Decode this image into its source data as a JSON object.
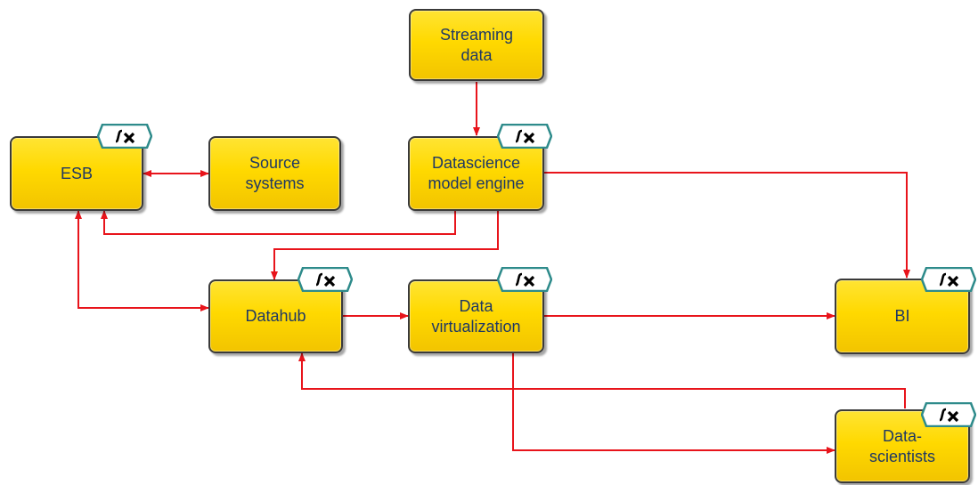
{
  "nodes": {
    "streaming": {
      "label": "Streaming\ndata",
      "function_badge": false
    },
    "esb": {
      "label": "ESB",
      "function_badge": true
    },
    "source": {
      "label": "Source\nsystems",
      "function_badge": false
    },
    "dsengine": {
      "label": "Datascience\nmodel engine",
      "function_badge": true
    },
    "datahub": {
      "label": "Datahub",
      "function_badge": true
    },
    "dataviz": {
      "label": "Data\nvirtualization",
      "function_badge": true
    },
    "bi": {
      "label": "BI",
      "function_badge": true
    },
    "scientists": {
      "label": "Data-\nscientists",
      "function_badge": true
    }
  },
  "badge_icon": "function-fx-icon",
  "colors": {
    "node_fill": "#ffd900",
    "node_border": "#3a3a3a",
    "node_text": "#1f3864",
    "edge": "#e8141b",
    "badge_border": "#2e8b8b"
  },
  "edges": [
    {
      "from": "streaming",
      "to": "dsengine"
    },
    {
      "from": "esb",
      "to": "source",
      "bidirectional": true
    },
    {
      "from": "dsengine",
      "to": "esb"
    },
    {
      "from": "dsengine",
      "to": "datahub"
    },
    {
      "from": "dsengine",
      "to": "bi"
    },
    {
      "from": "esb",
      "to": "datahub",
      "bidirectional": true
    },
    {
      "from": "datahub",
      "to": "dataviz"
    },
    {
      "from": "dataviz",
      "to": "bi"
    },
    {
      "from": "scientists",
      "to": "datahub"
    },
    {
      "from": "dataviz",
      "to": "scientists"
    }
  ]
}
